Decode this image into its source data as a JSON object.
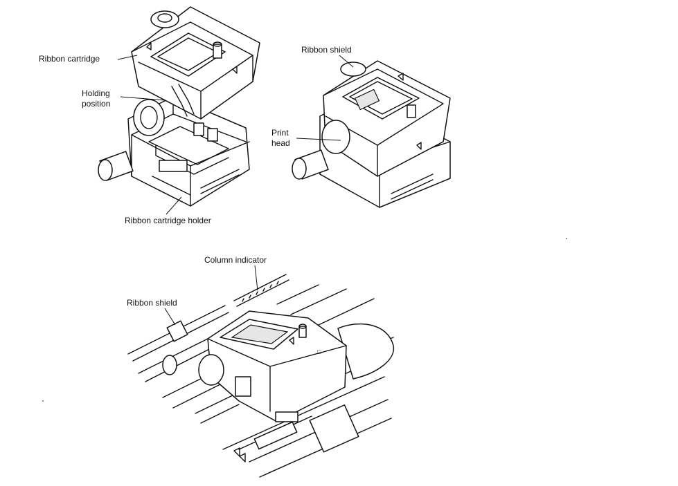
{
  "figure_a": {
    "label_ribbon_cartridge": "Ribbon cartridge",
    "label_holding_line1": "Holding",
    "label_holding_line2": "position",
    "label_cartridge_holder": "Ribbon cartridge holder"
  },
  "figure_b": {
    "label_ribbon_shield": "Ribbon shield",
    "label_print_line1": "Print",
    "label_print_line2": "head"
  },
  "figure_c": {
    "label_column_indicator": "Column indicator",
    "label_ribbon_shield": "Ribbon shield"
  },
  "colors": {
    "ink": "#111111",
    "paper": "#ffffff"
  }
}
